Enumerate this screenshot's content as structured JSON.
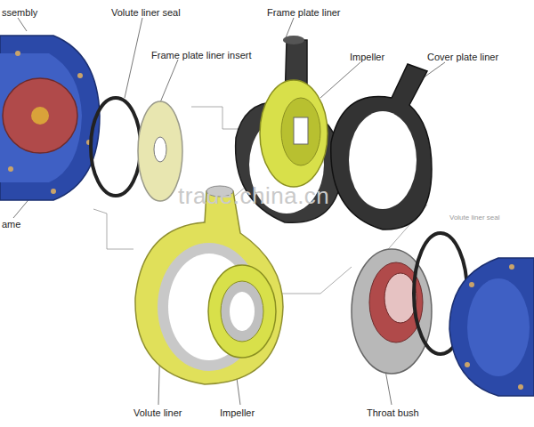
{
  "diagram": {
    "labels": [
      "ssembly",
      "Volute liner seal",
      "Frame plate liner insert",
      "Frame plate liner",
      "Impeller",
      "Cover plate liner",
      "ame",
      "trade.china.cn",
      "Volute liner seal",
      "Volute liner",
      "Impeller",
      "Throat bush"
    ]
  }
}
